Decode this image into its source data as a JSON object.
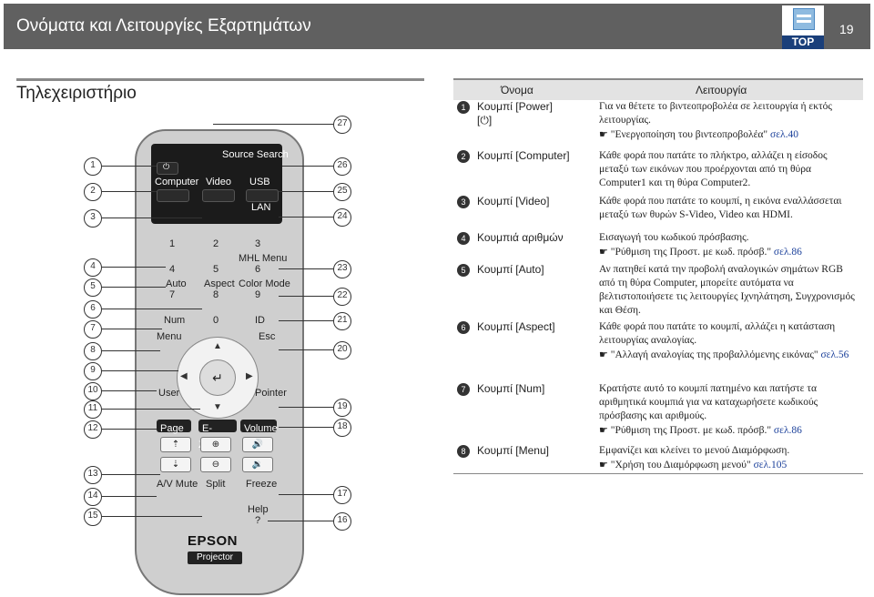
{
  "header": {
    "title": "Ονόματα και Λειτουργίες Εξαρτημάτων",
    "page_number": "19",
    "top_label": "TOP"
  },
  "section": {
    "title": "Τηλεχειριστήριο"
  },
  "remote": {
    "labels": {
      "source_search": "Source Search",
      "computer": "Computer",
      "video": "Video",
      "usb": "USB",
      "lan": "LAN",
      "k1": "1",
      "k2": "2",
      "k3": "3",
      "mhl_menu": "MHL Menu",
      "k4": "4",
      "k5": "5",
      "k6": "6",
      "auto": "Auto",
      "aspect": "Aspect",
      "color_mode": "Color Mode",
      "k7": "7",
      "k8": "8",
      "k9": "9",
      "num": "Num",
      "k0": "0",
      "id": "ID",
      "menu": "Menu",
      "esc": "Esc",
      "user": "User",
      "pointer": "Pointer",
      "page": "Page",
      "ezoom": "E-Zoom",
      "volume": "Volume",
      "av_mute": "A/V Mute",
      "split": "Split",
      "freeze": "Freeze",
      "help": "Help",
      "help_q": "?",
      "brand": "EPSON",
      "model": "Projector"
    },
    "callouts_left": [
      "1",
      "2",
      "3",
      "4",
      "5",
      "6",
      "7",
      "8",
      "9",
      "10",
      "11",
      "12",
      "13",
      "14",
      "15"
    ],
    "callouts_right": [
      "27",
      "26",
      "25",
      "24",
      "23",
      "22",
      "21",
      "20",
      "19",
      "18",
      "17",
      "16"
    ]
  },
  "table": {
    "header_name": "Όνομα",
    "header_function": "Λειτουργία",
    "rows": [
      {
        "num": "1",
        "name": "Κουμπί [Power]\n[⏻]",
        "func": "Για να θέτετε το βιντεοπροβολέα σε λειτουργία ή εκτός λειτουργίας.",
        "ref": "\"Ενεργοποίηση του βιντεοπροβολέα\"",
        "page": "σελ.40"
      },
      {
        "num": "2",
        "name": "Κουμπί [Computer]",
        "func": "Κάθε φορά που πατάτε το πλήκτρο, αλλάζει η είσοδος μεταξύ των εικόνων που προέρχονται από τη θύρα Computer1 και τη θύρα Computer2.",
        "ref": "",
        "page": ""
      },
      {
        "num": "3",
        "name": "Κουμπί [Video]",
        "func": "Κάθε φορά που πατάτε το κουμπί, η εικόνα εναλλάσσεται μεταξύ των θυρών S-Video, Video και HDMI.",
        "ref": "",
        "page": ""
      },
      {
        "num": "4",
        "name": "Κουμπιά αριθμών",
        "func": "Εισαγωγή του κωδικού πρόσβασης.",
        "ref": "\"Ρύθμιση της Προστ. με κωδ. πρόσβ.\"",
        "page": "σελ.86"
      },
      {
        "num": "5",
        "name": "Κουμπί [Auto]",
        "func": "Αν πατηθεί κατά την προβολή αναλογικών σημάτων RGB από τη θύρα Computer, μπορείτε αυτόματα να βελτιστοποιήσετε τις λειτουργίες Ιχνηλάτηση, Συγχρονισμός και Θέση.",
        "ref": "",
        "page": ""
      },
      {
        "num": "6",
        "name": "Κουμπί [Aspect]",
        "func": "Κάθε φορά που πατάτε το κουμπί, αλλάζει η κατάσταση λειτουργίας αναλογίας.",
        "ref": "\"Αλλαγή αναλογίας της προβαλλόμενης εικόνας\"",
        "page": "σελ.56"
      },
      {
        "num": "7",
        "name": "Κουμπί [Num]",
        "func": "Κρατήστε αυτό το κουμπί πατημένο και πατήστε τα αριθμητικά κουμπιά για να καταχωρήσετε κωδικούς πρόσβασης και αριθμούς.",
        "ref": "\"Ρύθμιση της Προστ. με κωδ. πρόσβ.\"",
        "page": "σελ.86"
      },
      {
        "num": "8",
        "name": "Κουμπί [Menu]",
        "func": "Εμφανίζει και κλείνει το μενού Διαμόρφωση.",
        "ref": "\"Χρήση του Διαμόρφωση μενού\"",
        "page": "σελ.105"
      }
    ]
  }
}
